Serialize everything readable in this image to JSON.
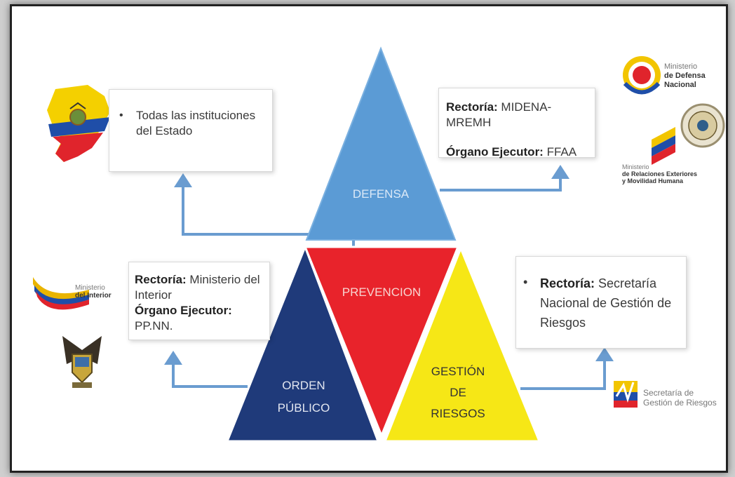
{
  "diagram": {
    "nodes": {
      "top": "DEFENSA",
      "center": "PREVENCION",
      "left": [
        "ORDEN",
        "PÚBLICO"
      ],
      "right": [
        "GESTIÓN",
        "DE",
        "RIESGOS"
      ]
    },
    "colors": {
      "top": "#5b9bd5",
      "center": "#e8232b",
      "left": "#1f3a7a",
      "right": "#f6e716",
      "arrow": "#6a9cd0"
    }
  },
  "boxes": {
    "estado": {
      "bullet": "•",
      "line1": "Todas las instituciones",
      "line2": "del Estado"
    },
    "defensa": {
      "rectoria_label": "Rectoría:",
      "rectoria_value": " MIDENA-MREMH",
      "ejecutor_label": "Órgano Ejecutor:",
      "ejecutor_value": " FFAA"
    },
    "orden": {
      "rectoria_label": "Rectoría:",
      "rectoria_value": " Ministerio del",
      "rectoria_value2": "Interior",
      "ejecutor_label": "Órgano Ejecutor:",
      "ejecutor_value": " PP.NN."
    },
    "riesgos": {
      "bullet": "•",
      "rectoria_label": "Rectoría:",
      "rectoria_value": " Secretaría",
      "line2": "Nacional de Gestión de",
      "line3": "Riesgos"
    }
  },
  "logos": {
    "defensa": {
      "line1": "Ministerio",
      "line2": "de Defensa",
      "line3": "Nacional",
      "icon": "midena-logo-icon"
    },
    "relaciones": {
      "line1": "Ministerio",
      "line2": "de Relaciones Exteriores",
      "line3": "y Movilidad Humana",
      "icon": "mremh-logo-icon"
    },
    "interior": {
      "line1": "Ministerio",
      "line2": "del Interior",
      "icon": "interior-logo-icon"
    },
    "riesgos": {
      "line1": "Secretaría de",
      "line2": "Gestión de Riesgos",
      "icon": "sgr-logo-icon"
    },
    "ecuador_map": {
      "icon": "ecuador-map-icon"
    },
    "ffaa_seal": {
      "icon": "ffaa-seal-icon"
    },
    "police_crest": {
      "icon": "police-crest-icon"
    }
  }
}
